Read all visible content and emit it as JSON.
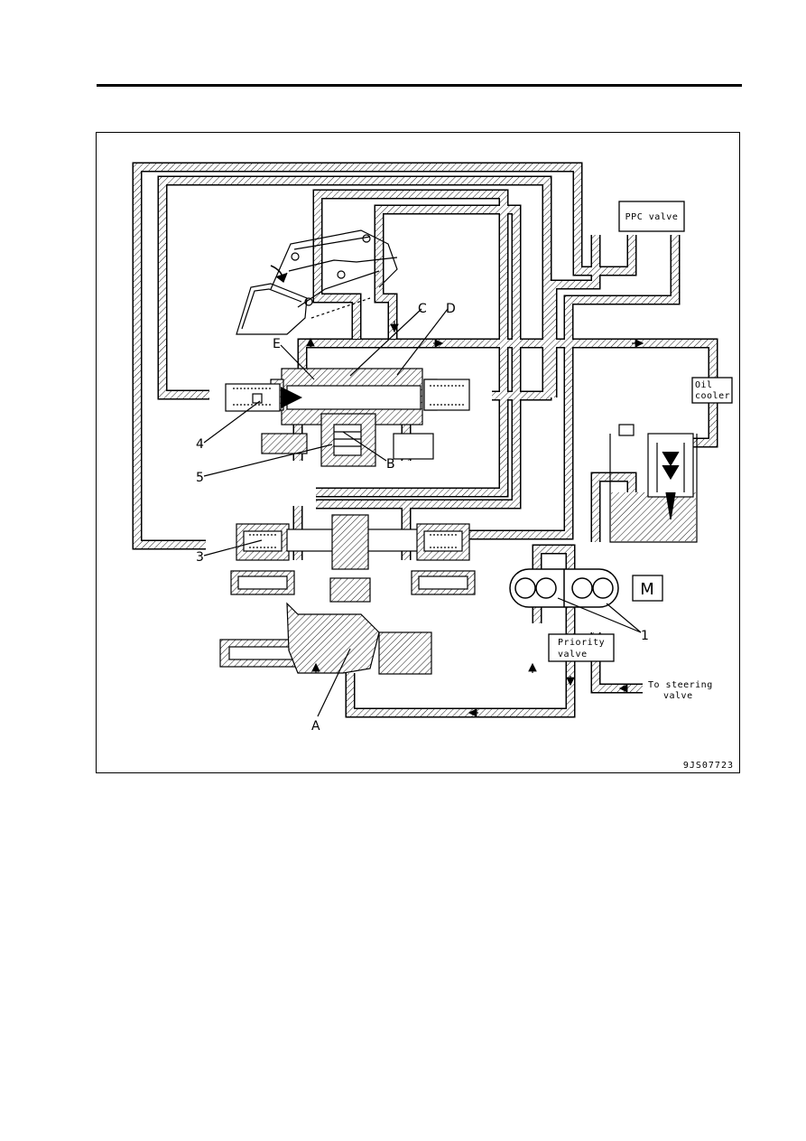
{
  "figure_id": "9JS07723",
  "boxes": {
    "ppc_valve": "PPC valve",
    "oil_cooler_1": "Oil",
    "oil_cooler_2": "cooler",
    "priority_1": "Priority",
    "priority_2": "valve",
    "motor": "M"
  },
  "note": {
    "steering_1": "To steering",
    "steering_2": "valve"
  },
  "callouts": {
    "a": "A",
    "b": "B",
    "c": "C",
    "d": "D",
    "e": "E",
    "n1": "1",
    "n3": "3",
    "n4": "4",
    "n5": "5"
  }
}
